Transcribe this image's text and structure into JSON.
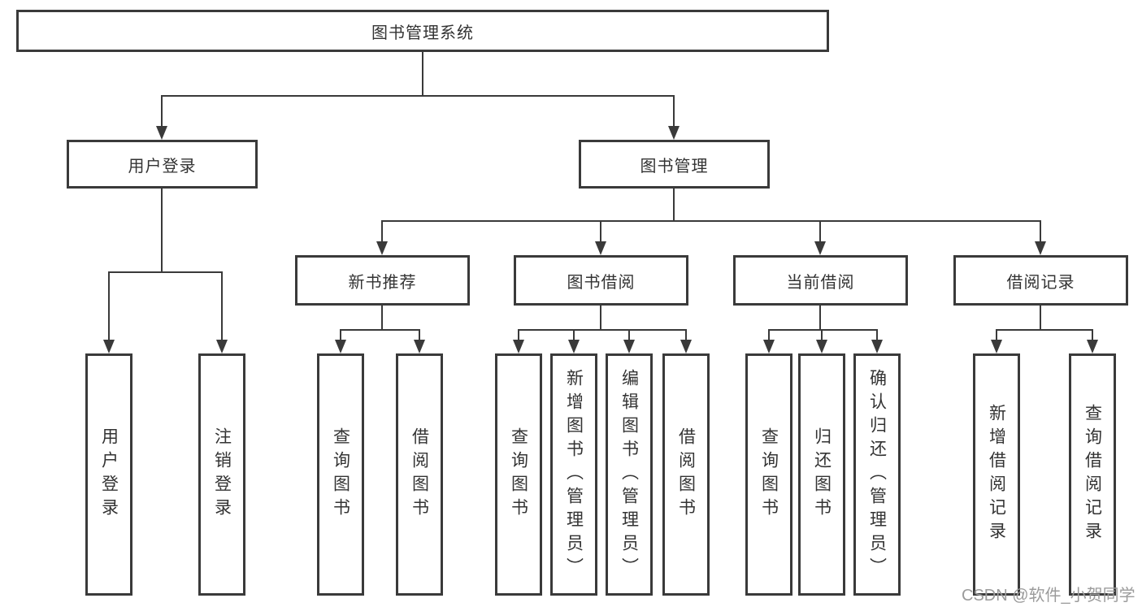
{
  "colors": {
    "line": "#3a3a3a",
    "box_border": "#3a3a3a",
    "text": "#333333",
    "watermark": "#9b9b9b",
    "background": "#ffffff"
  },
  "watermark": {
    "text": "CSDN @软件_小贺同学"
  },
  "tree": {
    "root": {
      "label": "图书管理系统",
      "children": [
        {
          "label": "用户登录",
          "children": [
            {
              "label": "用户登录"
            },
            {
              "label": "注销登录"
            }
          ]
        },
        {
          "label": "图书管理",
          "children": [
            {
              "label": "新书推荐",
              "children": [
                {
                  "label": "查询图书"
                },
                {
                  "label": "借阅图书"
                }
              ]
            },
            {
              "label": "图书借阅",
              "children": [
                {
                  "label": "查询图书"
                },
                {
                  "label": "新增图书（管理员）"
                },
                {
                  "label": "编辑图书（管理员）"
                },
                {
                  "label": "借阅图书"
                }
              ]
            },
            {
              "label": "当前借阅",
              "children": [
                {
                  "label": "查询图书"
                },
                {
                  "label": "归还图书"
                },
                {
                  "label": "确认归还（管理员）"
                }
              ]
            },
            {
              "label": "借阅记录",
              "children": [
                {
                  "label": "新增借阅记录"
                },
                {
                  "label": "查询借阅记录"
                }
              ]
            }
          ]
        }
      ]
    }
  }
}
